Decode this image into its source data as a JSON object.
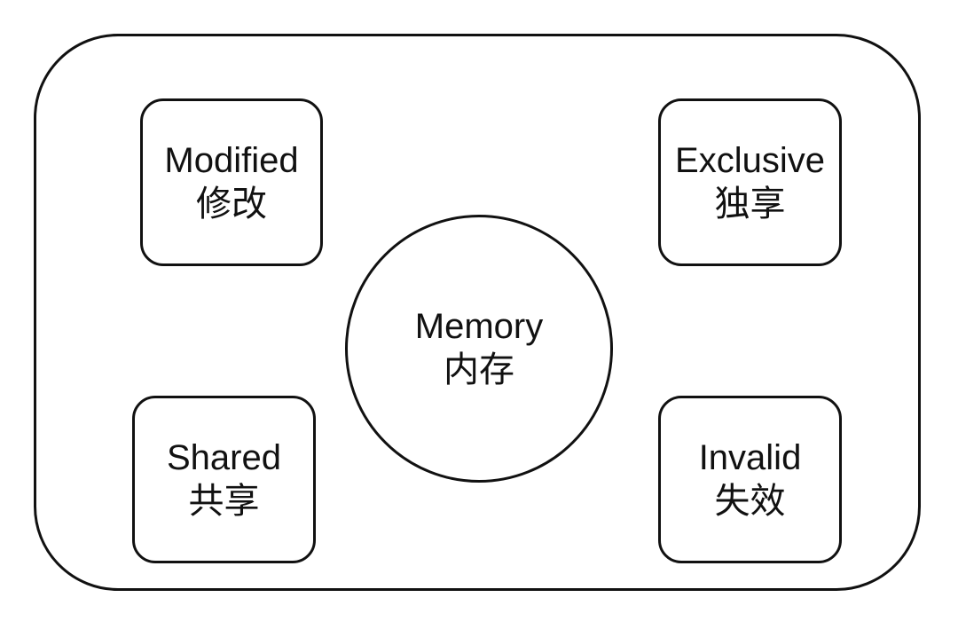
{
  "diagram": {
    "center": {
      "en": "Memory",
      "zh": "内存"
    },
    "states": [
      {
        "key": "modified",
        "en": "Modified",
        "zh": "修改"
      },
      {
        "key": "exclusive",
        "en": "Exclusive",
        "zh": "独享"
      },
      {
        "key": "shared",
        "en": "Shared",
        "zh": "共享"
      },
      {
        "key": "invalid",
        "en": "Invalid",
        "zh": "失效"
      }
    ]
  }
}
